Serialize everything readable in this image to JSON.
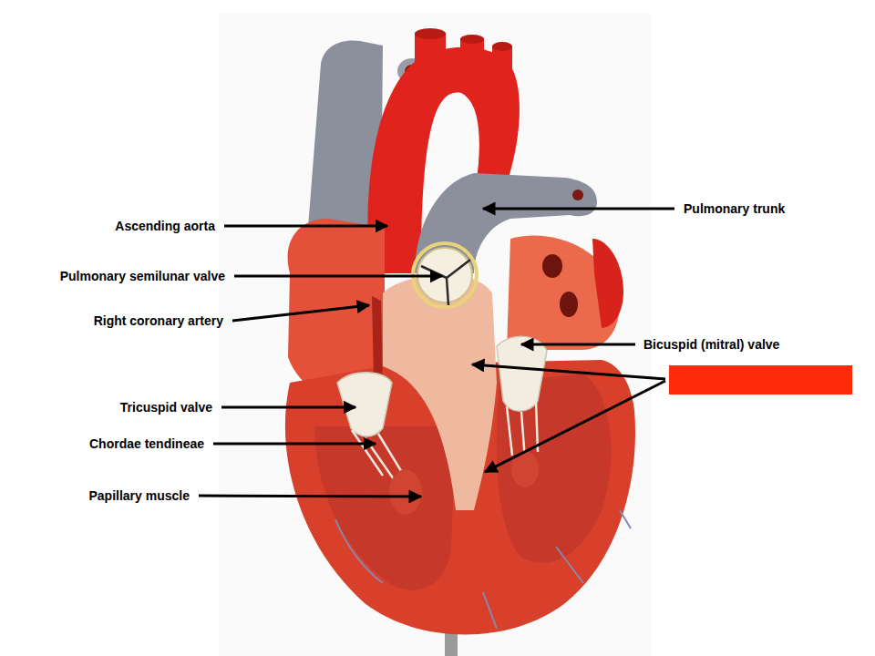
{
  "diagram": {
    "labels": [
      "Pulmonary trunk",
      "Ascending aorta",
      "Pulmonary semilunar valve",
      "Right coronary artery",
      "Bicuspid (mitral) valve",
      "Tricuspid valve",
      "Chordae tendineae",
      "Papillary muscle"
    ]
  }
}
